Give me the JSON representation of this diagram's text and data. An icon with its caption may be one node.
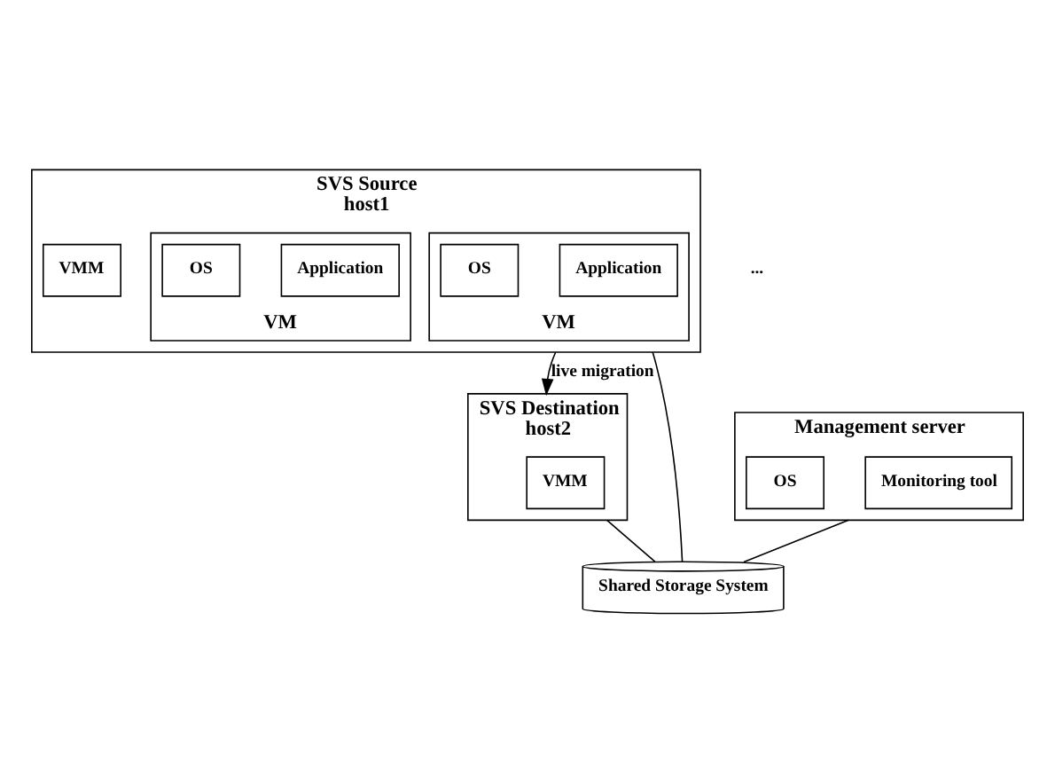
{
  "diagram": {
    "nodes": [
      {
        "text": [
          "SVS Source",
          "host1"
        ]
      },
      {
        "text": [
          "VM"
        ],
        "in": 0
      },
      {
        "text": [
          "Application"
        ],
        "in": 1
      },
      {
        "text": [
          "OS"
        ],
        "in": 1
      },
      {
        "text": [
          "VM"
        ],
        "in": 0
      },
      {
        "text": [
          "Application"
        ],
        "in": 4
      },
      {
        "text": [
          "OS"
        ],
        "in": 4
      },
      {
        "text": [
          "VMM"
        ],
        "in": 0
      },
      {
        "text": [
          "SVS Destination",
          "host2"
        ]
      },
      {
        "text": [
          "VMM"
        ],
        "in": 8
      },
      {
        "text": [
          "Management server"
        ]
      },
      {
        "text": [
          "Monitoring tool"
        ],
        "in": 10
      },
      {
        "text": [
          "OS"
        ],
        "in": 10
      },
      {
        "text": [
          "Shared Storage System"
        ]
      }
    ],
    "edges": [
      {
        "from": 0,
        "to": 8,
        "arrow": "to",
        "label": "live migration"
      },
      {
        "from": 0,
        "to": 13,
        "arrow": "none"
      },
      {
        "from": 8,
        "to": 13,
        "arrow": "none"
      },
      {
        "from": 10,
        "to": 13,
        "arrow": "none"
      }
    ],
    "labels": [
      "..."
    ]
  }
}
